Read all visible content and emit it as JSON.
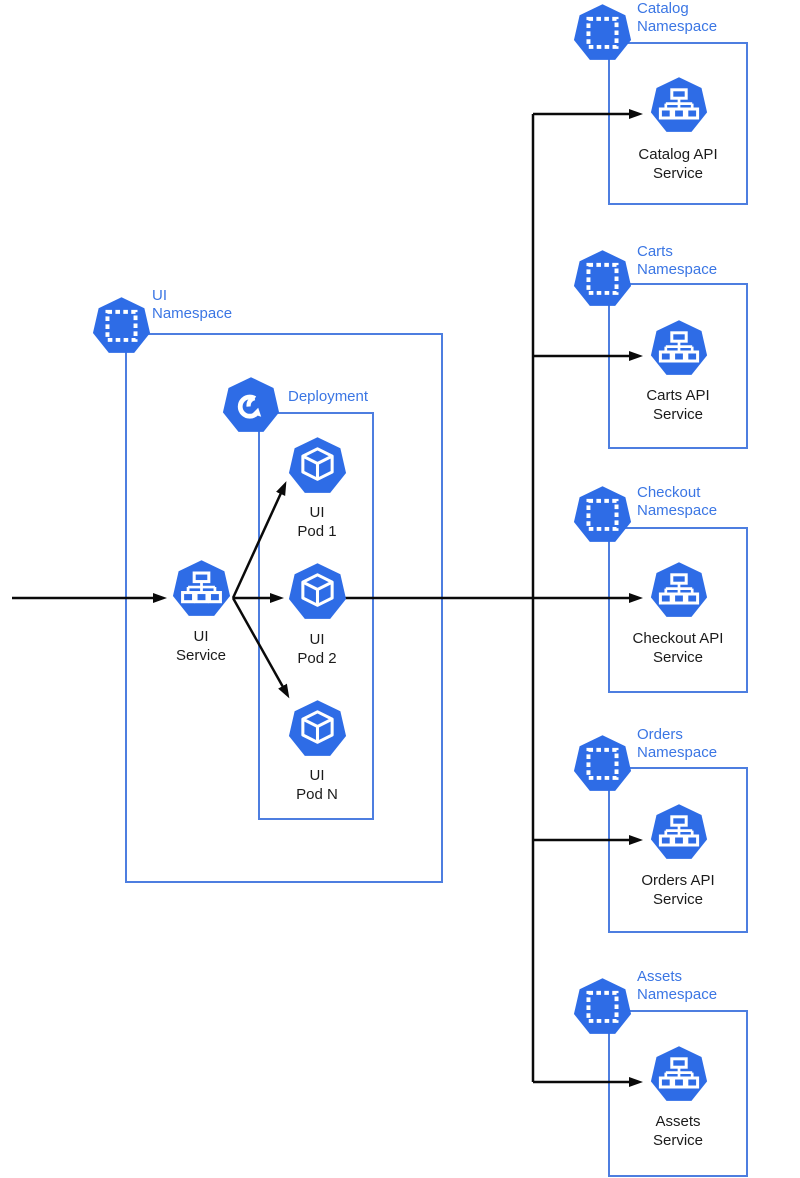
{
  "colors": {
    "icon_blue": "#2E6CE6",
    "box_border_blue": "#4D7EE0",
    "label_blue": "#3B76E4",
    "arrow_black": "#0A0A0A",
    "text_color": "#1B1B1B",
    "background": "#FFFFFF"
  },
  "ui_namespace": {
    "icon": "namespace-icon",
    "label_line1": "UI",
    "label_line2": "Namespace"
  },
  "deployment": {
    "icon": "deployment-icon",
    "label": "Deployment"
  },
  "ui_service": {
    "icon": "service-icon",
    "label_line1": "UI",
    "label_line2": "Service"
  },
  "ui_pods": [
    {
      "icon": "pod-icon",
      "label_line1": "UI",
      "label_line2": "Pod 1"
    },
    {
      "icon": "pod-icon",
      "label_line1": "UI",
      "label_line2": "Pod 2"
    },
    {
      "icon": "pod-icon",
      "label_line1": "UI",
      "label_line2": "Pod N"
    }
  ],
  "right_namespaces": [
    {
      "ns_icon": "namespace-icon",
      "svc_icon": "service-icon",
      "ns_line1": "Catalog",
      "ns_line2": "Namespace",
      "svc_line1": "Catalog API",
      "svc_line2": "Service"
    },
    {
      "ns_icon": "namespace-icon",
      "svc_icon": "service-icon",
      "ns_line1": "Carts",
      "ns_line2": "Namespace",
      "svc_line1": "Carts API",
      "svc_line2": "Service"
    },
    {
      "ns_icon": "namespace-icon",
      "svc_icon": "service-icon",
      "ns_line1": "Checkout",
      "ns_line2": "Namespace",
      "svc_line1": "Checkout API",
      "svc_line2": "Service"
    },
    {
      "ns_icon": "namespace-icon",
      "svc_icon": "service-icon",
      "ns_line1": "Orders",
      "ns_line2": "Namespace",
      "svc_line1": "Orders API",
      "svc_line2": "Service"
    },
    {
      "ns_icon": "namespace-icon",
      "svc_icon": "service-icon",
      "ns_line1": "Assets",
      "ns_line2": "Namespace",
      "svc_line1": "Assets",
      "svc_line2": "Service"
    }
  ]
}
